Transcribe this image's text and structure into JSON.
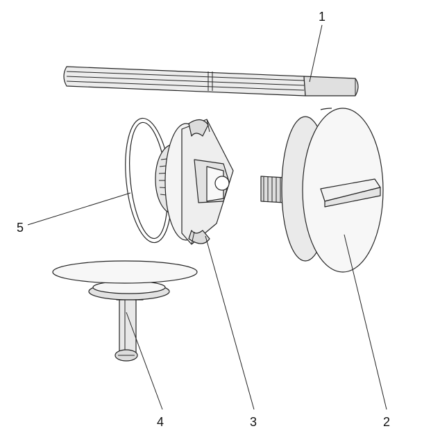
{
  "callouts": [
    {
      "id": "1",
      "label": "1"
    },
    {
      "id": "2",
      "label": "2"
    },
    {
      "id": "3",
      "label": "3"
    },
    {
      "id": "4",
      "label": "4"
    },
    {
      "id": "5",
      "label": "5"
    }
  ],
  "colors": {
    "line": "#222222",
    "fill": "#f2f2f2",
    "shade": "#d9d9d9",
    "background": "#ffffff"
  }
}
